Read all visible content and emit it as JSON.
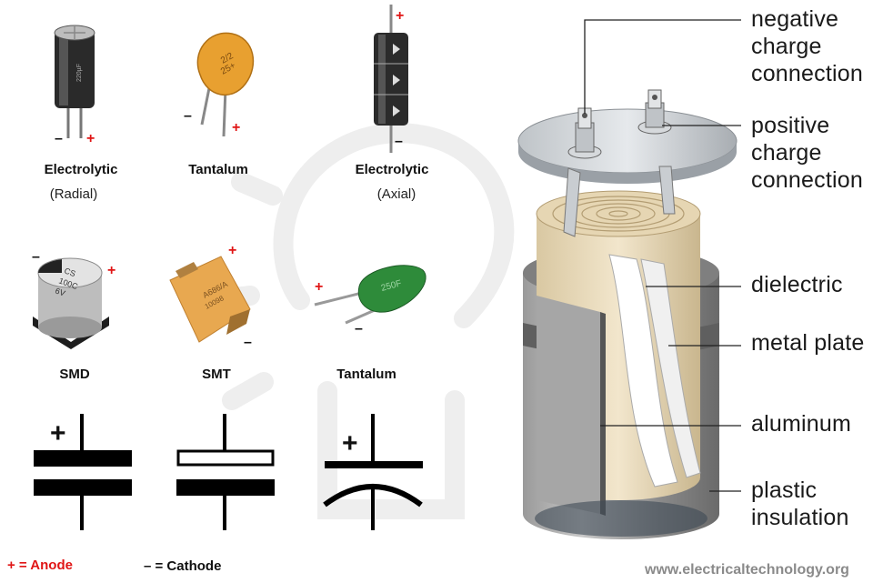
{
  "components": [
    {
      "id": "electrolytic-radial",
      "name": "Electrolytic",
      "sub": "(Radial)",
      "plus": "+",
      "minus": "–"
    },
    {
      "id": "tantalum-bead",
      "name": "Tantalum",
      "sub": "",
      "plus": "+",
      "minus": "–",
      "body_text": "2/2\n25+"
    },
    {
      "id": "electrolytic-axial",
      "name": "Electrolytic",
      "sub": "(Axial)",
      "plus": "+",
      "minus": "–"
    },
    {
      "id": "smd",
      "name": "SMD",
      "plus": "+",
      "minus": "–",
      "body_text": "CS\n100C\n6V"
    },
    {
      "id": "smt",
      "name": "SMT",
      "plus": "+",
      "minus": "–",
      "body_text": "A686/A\n10098"
    },
    {
      "id": "tantalum-dipped",
      "name": "Tantalum",
      "plus": "+",
      "minus": "–",
      "body_text": "250F"
    }
  ],
  "symbols": {
    "plus": "+"
  },
  "legend": {
    "anode": "+ = Anode",
    "cathode": "– = Cathode"
  },
  "labels": [
    {
      "id": "negative-charge-connection",
      "text": [
        "negative",
        "charge",
        "connection"
      ]
    },
    {
      "id": "positive-charge-connection",
      "text": [
        "positive",
        "charge",
        "connection"
      ]
    },
    {
      "id": "dielectric",
      "text": [
        "dielectric"
      ]
    },
    {
      "id": "metal-plate",
      "text": [
        "metal plate"
      ]
    },
    {
      "id": "aluminum",
      "text": [
        "aluminum"
      ]
    },
    {
      "id": "plastic-insulation",
      "text": [
        "plastic",
        "insulation"
      ]
    }
  ],
  "website": "www.electricaltechnology.org",
  "colors": {
    "anode_red": "#e01515",
    "capacitor_gray": "#8d8d8d",
    "roll_cream": "#e9dcc0",
    "tantalum_orange": "#e8a030",
    "tantalum_green": "#2e8b3a"
  }
}
